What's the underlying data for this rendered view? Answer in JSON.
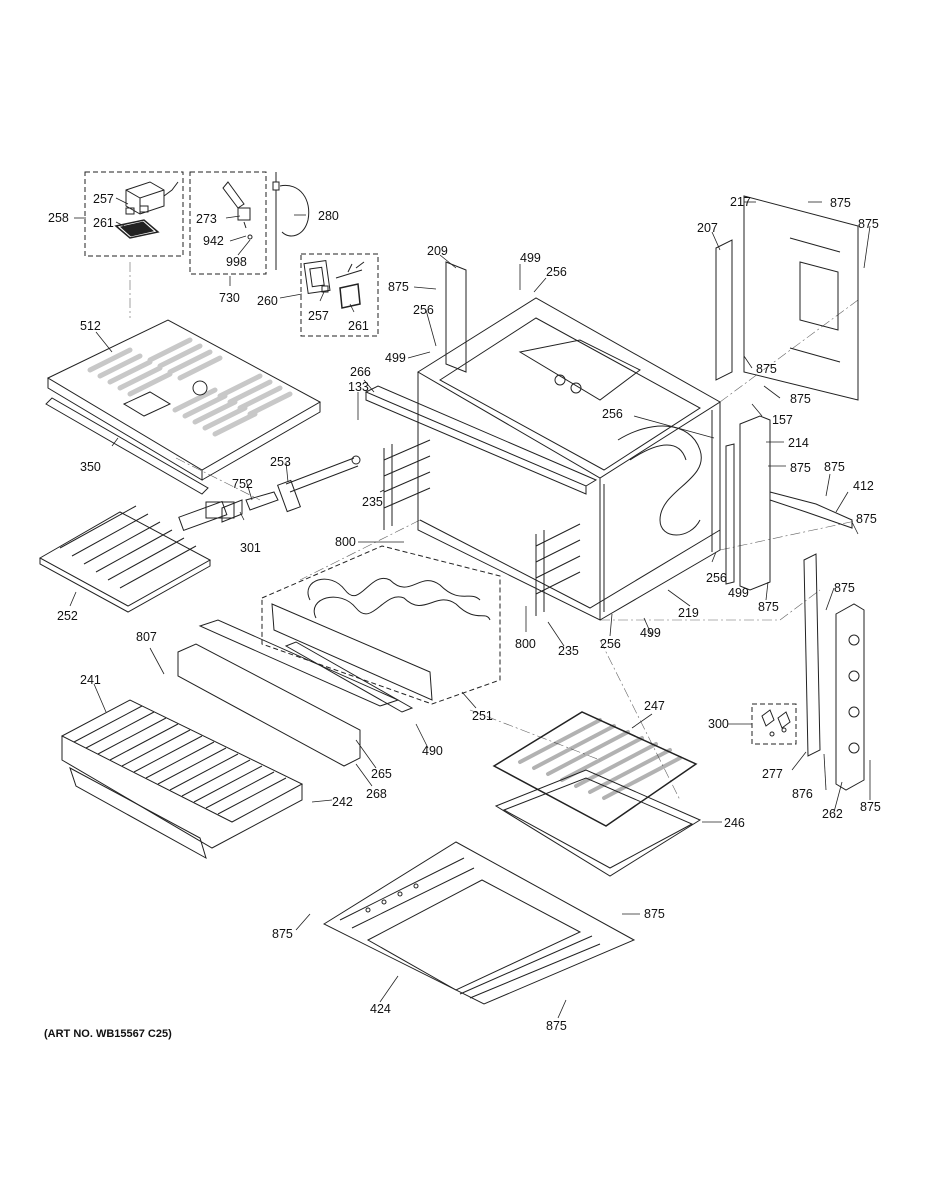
{
  "diagram": {
    "art_number": "(ART NO. WB15567 C25)",
    "part_numbers": [
      "207",
      "209",
      "214",
      "217",
      "219",
      "235",
      "241",
      "242",
      "246",
      "247",
      "251",
      "252",
      "253",
      "256",
      "257",
      "258",
      "260",
      "261",
      "262",
      "265",
      "266",
      "268",
      "273",
      "277",
      "280",
      "300",
      "301",
      "350",
      "412",
      "424",
      "490",
      "499",
      "512",
      "730",
      "752",
      "800",
      "807",
      "875",
      "876",
      "942",
      "998",
      "133",
      "157"
    ]
  },
  "labels": {
    "l258": "258",
    "l257a": "257",
    "l261a": "261",
    "l273": "273",
    "l942": "942",
    "l998": "998",
    "l730": "730",
    "l280": "280",
    "l260": "260",
    "l257b": "257",
    "l261b": "261",
    "l512": "512",
    "l350": "350",
    "l209": "209",
    "l875a": "875",
    "l499a": "499",
    "l256a": "256",
    "l256b": "256",
    "l499b": "499",
    "l133": "133",
    "l266": "266",
    "l217": "217",
    "l875b": "875",
    "l875c": "875",
    "l207": "207",
    "l875d": "875",
    "l875e": "875",
    "l157": "157",
    "l256c": "256",
    "l214": "214",
    "l875f": "875",
    "l875g": "875",
    "l412": "412",
    "l875h": "875",
    "l253": "253",
    "l752": "752",
    "l301": "301",
    "l235a": "235",
    "l800a": "800",
    "l252": "252",
    "l256d": "256",
    "l499c": "499",
    "l875i": "875",
    "l219": "219",
    "l800b": "800",
    "l235b": "235",
    "l256e": "256",
    "l499d": "499",
    "l875j": "875",
    "l807": "807",
    "l241": "241",
    "l251": "251",
    "l490": "490",
    "l265": "265",
    "l268": "268",
    "l242": "242",
    "l247": "247",
    "l300": "300",
    "l277": "277",
    "l876": "876",
    "l262": "262",
    "l875k": "875",
    "l246": "246",
    "l875l": "875",
    "l875m": "875",
    "l424": "424",
    "l875n": "875"
  }
}
